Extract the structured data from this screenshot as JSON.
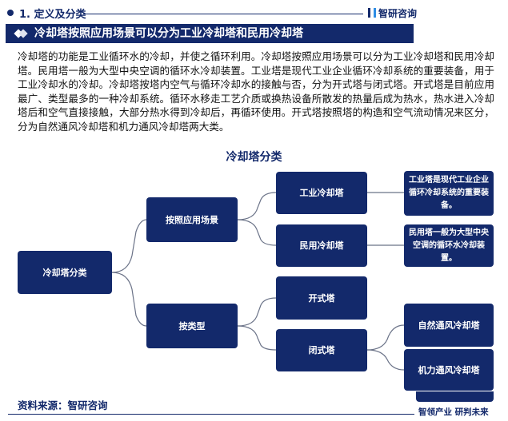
{
  "header": {
    "section": "1. 定义及分类",
    "brand": "智研咨询"
  },
  "title": "冷却塔按照应用场景可以分为工业冷却塔和民用冷却塔",
  "paragraph": "冷却塔的功能是工业循环水的冷却，并使之循环利用。冷却塔按照应用场景可以分为工业冷却塔和民用冷却塔。民用塔一般为大型中央空调的循环水冷却装置。工业塔是现代工业企业循环冷却系统的重要装备，用于工业冷却水的冷却。冷却塔按塔内空气与循环冷却水的接触与否，分为开式塔与闭式塔。开式塔是目前应用最广、类型最多的一种冷却系统。循环水移走工艺介质或换热设备所散发的热量后成为热水，热水进入冷却塔后和空气直接接触，大部分热水得到冷却后，再循环使用。开式塔按照塔的构造和空气流动情况来区分，分为自然通风冷却塔和机力通风冷却塔两大类。",
  "diagram": {
    "title": "冷却塔分类",
    "root": "冷却塔分类",
    "by_scene": "按照应用场景",
    "by_type": "按类型",
    "industrial": "工业冷却塔",
    "civil": "民用冷却塔",
    "open": "开式塔",
    "closed": "闭式塔",
    "industrial_desc": "工业塔是现代工业企业循环冷却系统的重要装备。",
    "civil_desc": "民用塔一般为大型中央空调的循环水冷却装置。",
    "natural": "自然通风冷却塔",
    "mechanical": "机力通风冷却塔"
  },
  "footer": {
    "source": "资料来源：智研咨询",
    "slogan": "智领产业 研判未来"
  },
  "colors": {
    "navy": "#13296b",
    "line": "#6b7388"
  }
}
